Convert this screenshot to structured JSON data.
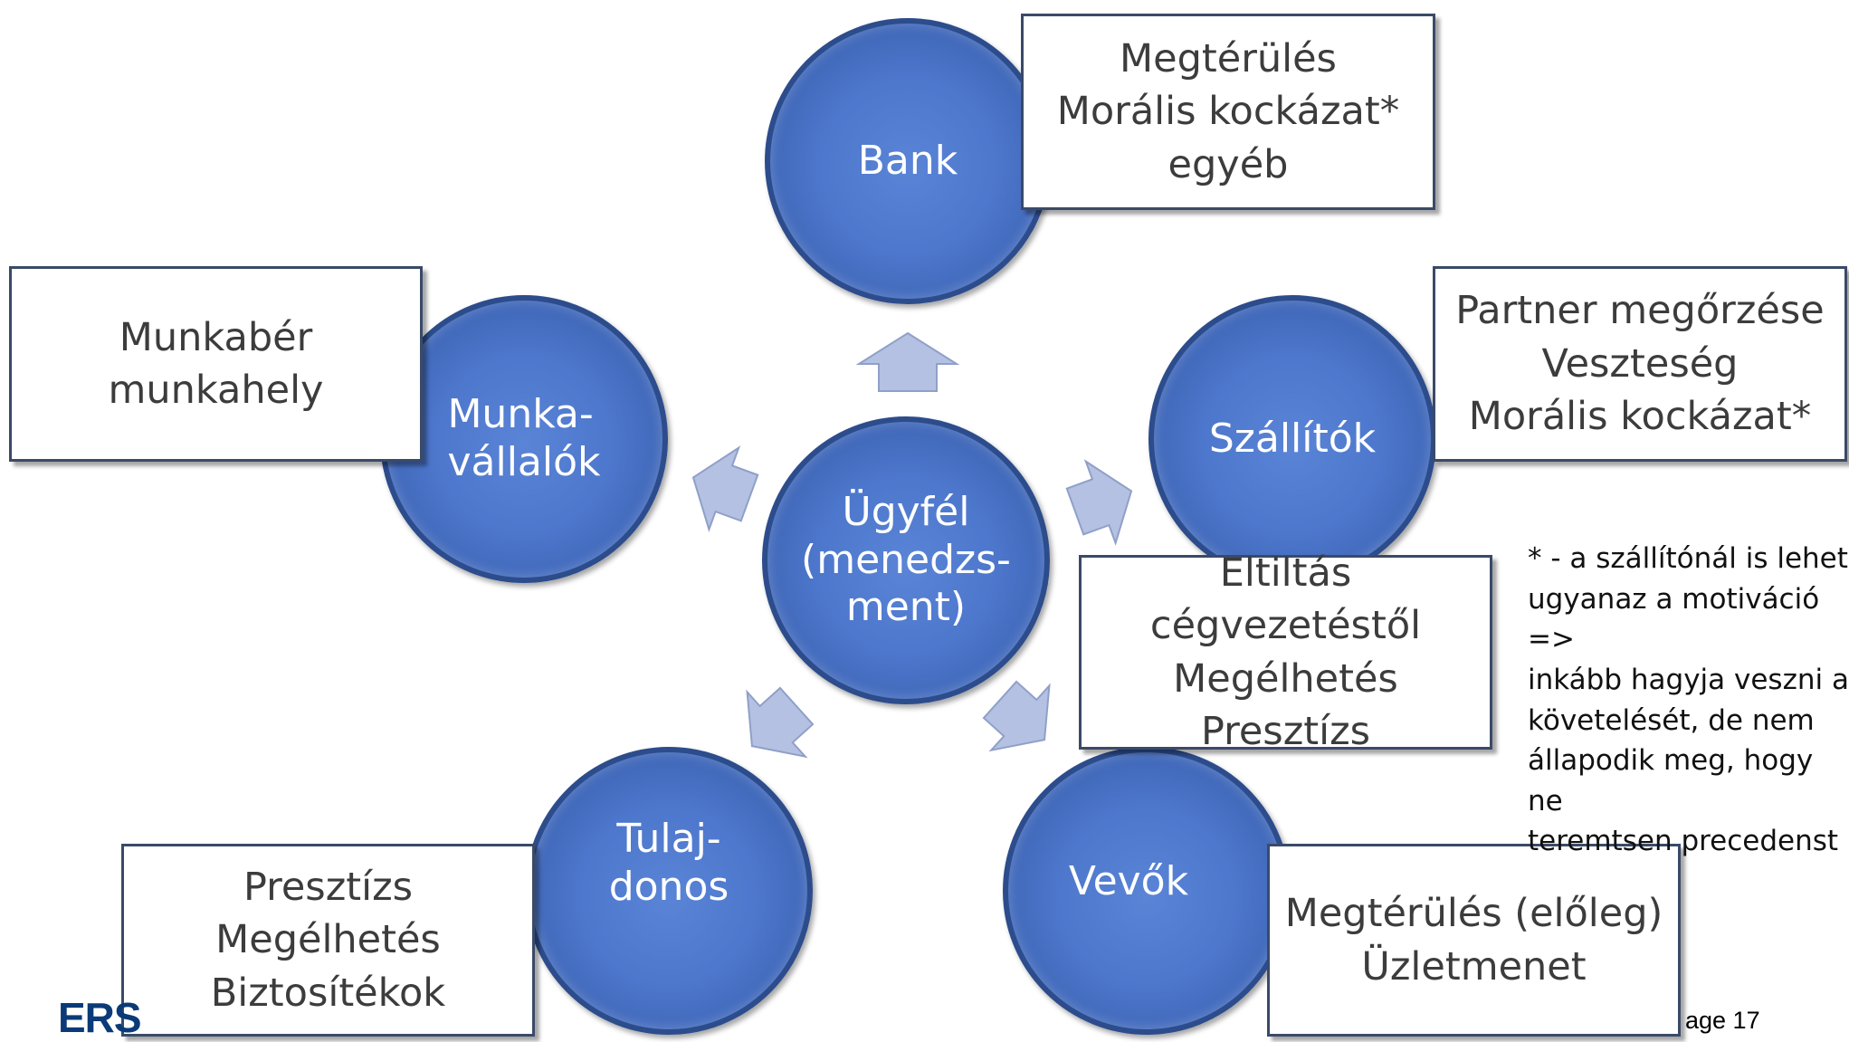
{
  "center": {
    "label": "Ügyfél\n(menedzs-\nment)"
  },
  "stakeholders": [
    {
      "id": "bank",
      "label": "Bank",
      "box": "Megtérülés\nMorális kockázat*\negyéb"
    },
    {
      "id": "szallitok",
      "label": "Szállítók",
      "box": "Partner megőrzése\nVeszteség\nMorális kockázat*"
    },
    {
      "id": "vevok",
      "label": "Vevők",
      "box": "Megtérülés (előleg)\nÜzletmenet"
    },
    {
      "id": "tulajdonos",
      "label": "Tulaj-\ndonos",
      "box": "Presztízs\nMegélhetés\nBiztosítékok"
    },
    {
      "id": "munkavallalok",
      "label": "Munka-\nvállalók",
      "box": "Munkabér\nmunkahely"
    }
  ],
  "center_box": "Eltiltás cégvezetéstől\nMegélhetés\nPresztízs",
  "footnote": "* - a szállítónál is lehet\nugyanaz a motiváció =>\ninkább hagyja veszni a\nkövetelését, de nem\nállapodik meg, hogy ne\nteremtsen precedenst",
  "footer": {
    "logo": "ERS",
    "page": "age  17"
  },
  "colors": {
    "circle": "#4d77cc",
    "circle_border": "#2c4c8c",
    "arrow_fill": "#b4c1e2",
    "arrow_stroke": "#8fa0c8",
    "box_border": "#3a4a68"
  }
}
